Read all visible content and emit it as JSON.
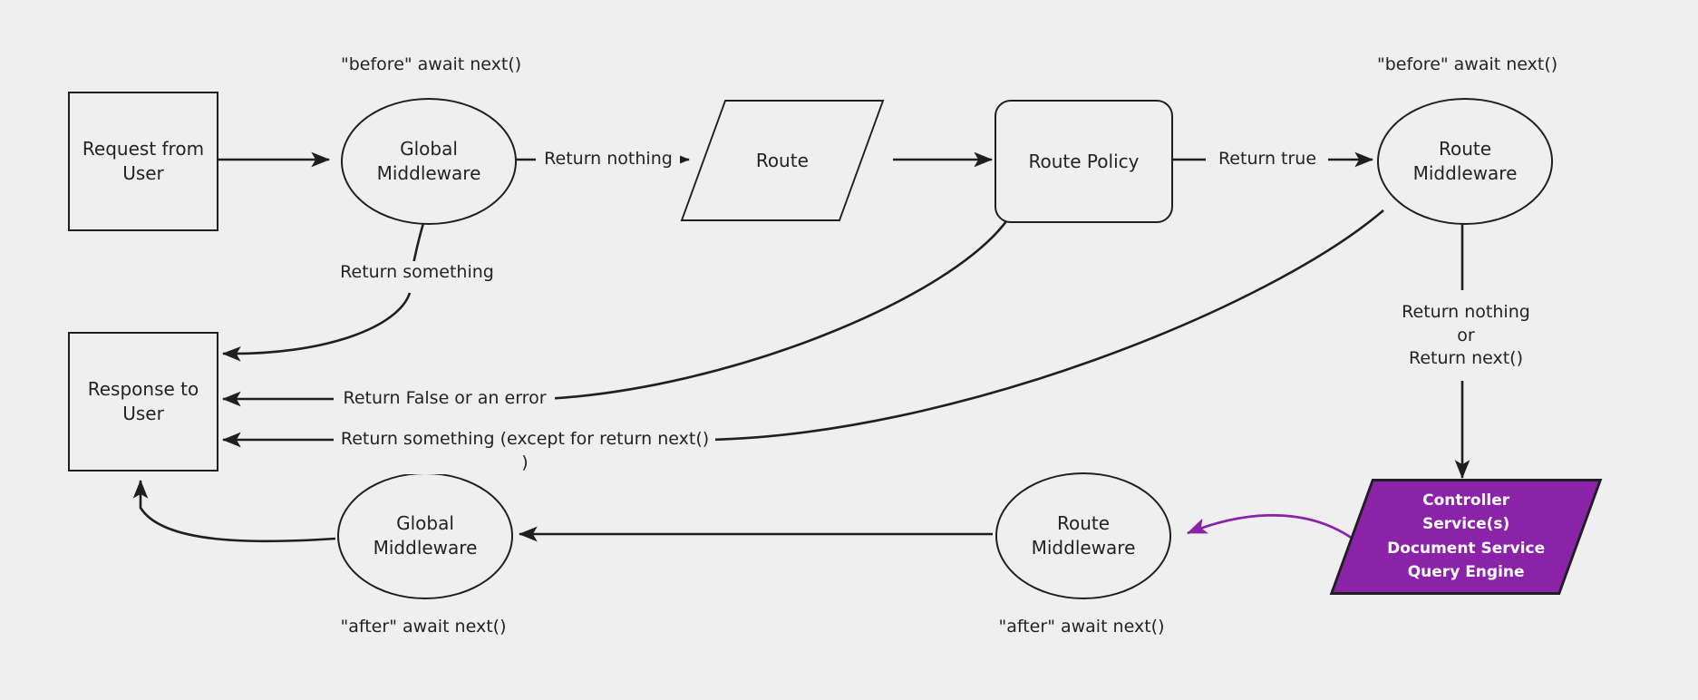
{
  "diagram": {
    "title": "Request lifecycle middleware flow",
    "background_color": "#efefef",
    "stroke_color": "#1f1f1f",
    "text_color": "#232323",
    "accent_color": "#8b23a8"
  },
  "nodes": {
    "request_from_user": {
      "label": "Request from\nUser",
      "shape": "rectangle"
    },
    "global_middleware_before": {
      "label": "Global\nMiddleware",
      "shape": "ellipse"
    },
    "route": {
      "label": "Route",
      "shape": "parallelogram"
    },
    "route_policy": {
      "label": "Route Policy",
      "shape": "rounded-rectangle"
    },
    "route_middleware_before": {
      "label": "Route\nMiddleware",
      "shape": "ellipse"
    },
    "controller_services": {
      "label": "Controller\nService(s)\nDocument Service\nQuery Engine",
      "shape": "parallelogram",
      "fill": "#8b23a8",
      "text_color": "#ffffff"
    },
    "route_middleware_after": {
      "label": "Route\nMiddleware",
      "shape": "ellipse"
    },
    "global_middleware_after": {
      "label": "Global\nMiddleware",
      "shape": "ellipse"
    },
    "response_to_user": {
      "label": "Response to\nUser",
      "shape": "rectangle"
    }
  },
  "notes": {
    "before_global": "\"before\" await next()",
    "before_route_mw": "\"before\" await next()",
    "after_global": "\"after\" await next()",
    "after_route_mw": "\"after\" await next()"
  },
  "edge_labels": {
    "return_nothing": "Return nothing",
    "return_true": "Return true",
    "return_something": "Return something",
    "return_false_or_error": "Return False or an error",
    "return_something_except_next": "Return something (except for return next() )",
    "return_nothing_or_next": "Return nothing\nor\nReturn next()"
  },
  "edges": [
    {
      "from": "request_from_user",
      "to": "global_middleware_before",
      "label": ""
    },
    {
      "from": "global_middleware_before",
      "to": "route",
      "label": "Return nothing"
    },
    {
      "from": "route",
      "to": "route_policy",
      "label": ""
    },
    {
      "from": "route_policy",
      "to": "route_middleware_before",
      "label": "Return true"
    },
    {
      "from": "global_middleware_before",
      "to": "response_to_user",
      "label": "Return something"
    },
    {
      "from": "route_policy",
      "to": "response_to_user",
      "label": "Return False or an error"
    },
    {
      "from": "route_middleware_before",
      "to": "response_to_user",
      "label": "Return something (except for return next() )"
    },
    {
      "from": "route_middleware_before",
      "to": "controller_services",
      "label": "Return nothing\nor\nReturn next()"
    },
    {
      "from": "controller_services",
      "to": "route_middleware_after",
      "label": "",
      "color": "#8b23a8"
    },
    {
      "from": "route_middleware_after",
      "to": "global_middleware_after",
      "label": ""
    },
    {
      "from": "global_middleware_after",
      "to": "response_to_user",
      "label": ""
    }
  ]
}
